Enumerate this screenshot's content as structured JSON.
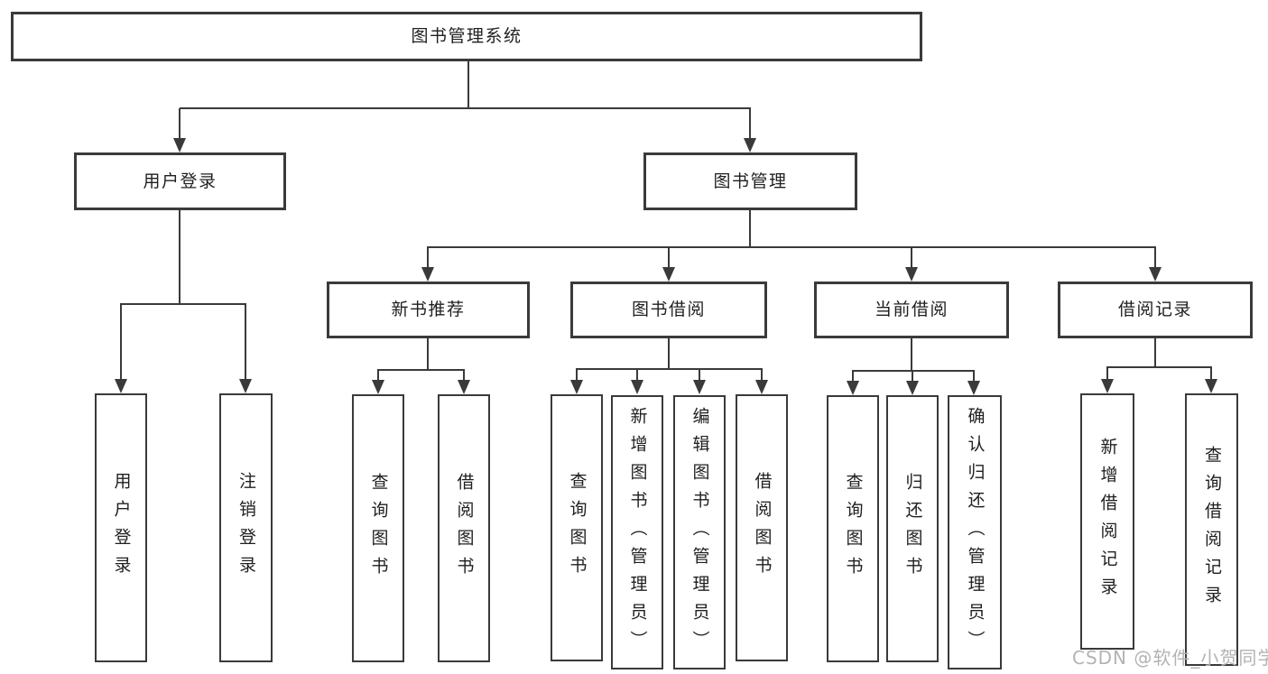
{
  "diagram": {
    "root": {
      "label": "图书管理系统"
    },
    "level2": [
      {
        "label": "用户登录"
      },
      {
        "label": "图书管理"
      }
    ],
    "level3": [
      {
        "label": "新书推荐"
      },
      {
        "label": "图书借阅"
      },
      {
        "label": "当前借阅"
      },
      {
        "label": "借阅记录"
      }
    ],
    "leaves": [
      {
        "label": "用户登录"
      },
      {
        "label": "注销登录"
      },
      {
        "label": "查询图书"
      },
      {
        "label": "借阅图书"
      },
      {
        "label": "查询图书"
      },
      {
        "label": "新增图书（管理员）"
      },
      {
        "label": "编辑图书（管理员）"
      },
      {
        "label": "借阅图书"
      },
      {
        "label": "查询图书"
      },
      {
        "label": "归还图书"
      },
      {
        "label": "确认归还（管理员）"
      },
      {
        "label": "新增借阅记录"
      },
      {
        "label": "查询借阅记录"
      }
    ],
    "watermark": {
      "text": "CSDN @软件_小贺同学"
    },
    "colors": {
      "line": "#3a3a3a",
      "text": "#1f1f1f",
      "watermark": "#b3b3b3",
      "background": "#ffffff"
    }
  }
}
